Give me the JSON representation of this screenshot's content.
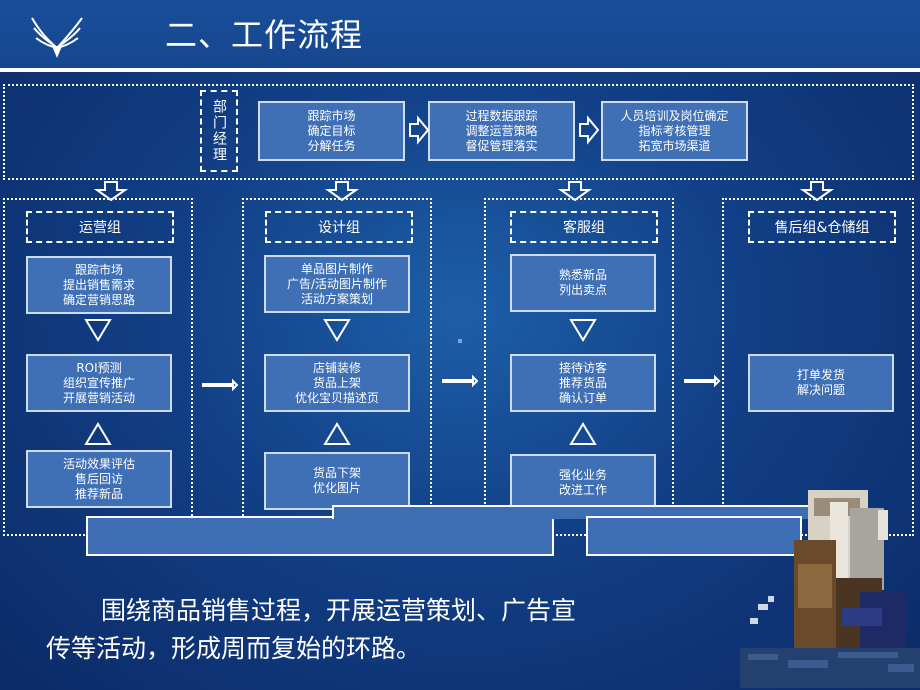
{
  "header": {
    "title": "二、工作流程",
    "logo_icon": "winged-emblem-icon"
  },
  "manager": {
    "label": "部门经理",
    "steps": [
      {
        "text": "跟踪市场\n确定目标\n分解任务"
      },
      {
        "text": "过程数据跟踪\n调整运营策略\n督促管理落实"
      },
      {
        "text": "人员培训及岗位确定\n指标考核管理\n拓宽市场渠道"
      }
    ]
  },
  "groups": [
    {
      "name": "运营组",
      "boxes": [
        "跟踪市场\n提出销售需求\n确定营销思路",
        "ROI预测\n组织宣传推广\n开展营销活动",
        "活动效果评估\n售后回访\n推荐新品"
      ]
    },
    {
      "name": "设计组",
      "boxes": [
        "单品图片制作\n广告/活动图片制作\n活动方案策划",
        "店铺装修\n货品上架\n优化宝贝描述页",
        "货品下架\n优化图片"
      ]
    },
    {
      "name": "客服组",
      "boxes": [
        "熟悉新品\n列出卖点",
        "接待访客\n推荐货品\n确认订单",
        "强化业务\n改进工作"
      ]
    },
    {
      "name": "售后组&仓储组",
      "boxes": [
        "打单发货\n解决问题"
      ]
    }
  ],
  "caption": {
    "line1": "围绕商品销售过程，开展运营策划、广告宣",
    "line2": "传等活动，形成周而复始的环路。"
  },
  "colors": {
    "background": "#123f86",
    "box_fill": "#3f6fb5",
    "header": "#1a4e9a"
  }
}
